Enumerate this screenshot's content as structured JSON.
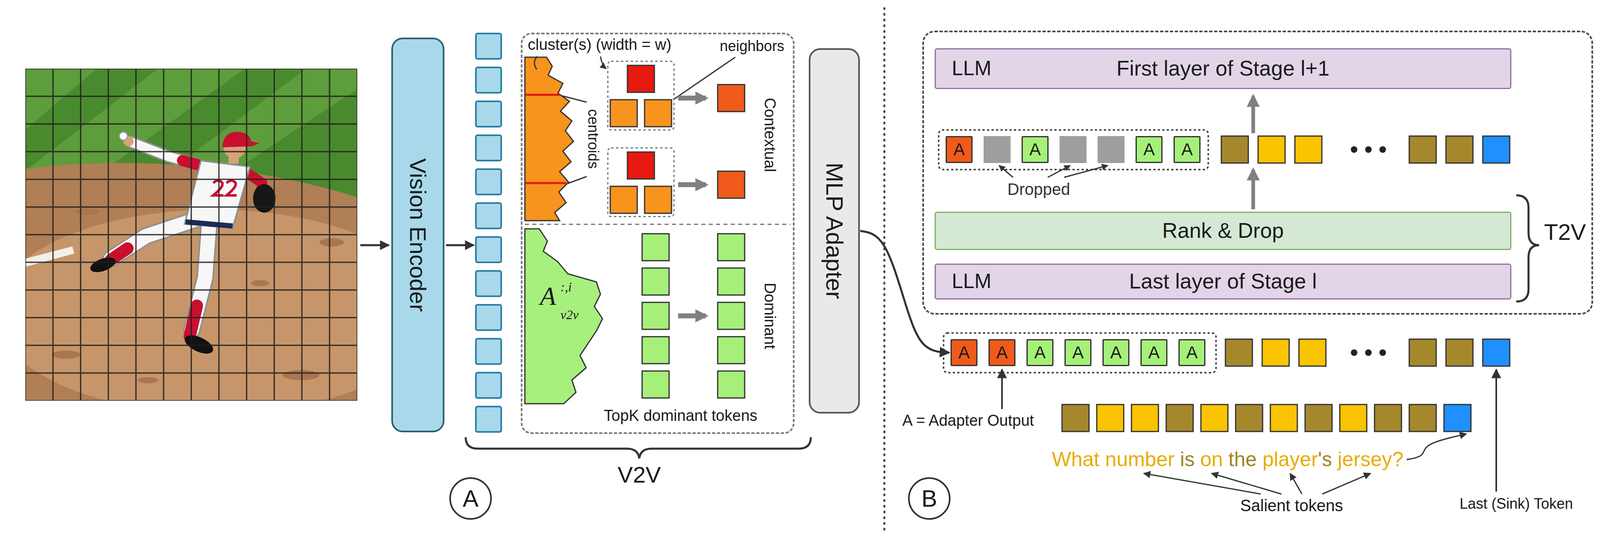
{
  "diagram": {
    "nodes": [
      {
        "text": [
          "Vision Encoder"
        ]
      },
      {
        "text": [
          "cluster(s) (width = w)",
          "neighbors",
          "centroids",
          "Contextual",
          "A",
          ":,i",
          "v2v",
          "Dominant",
          "TopK dominant tokens"
        ]
      },
      {
        "text": [
          "MLP Adapter"
        ]
      },
      {
        "text": [
          "A"
        ]
      },
      {
        "text": [
          "T2V"
        ]
      },
      {
        "text": [
          "LLM",
          "First layer of Stage l+1"
        ],
        "in": 4
      },
      {
        "text": [
          "A"
        ],
        "in": 4
      },
      {
        "text": [
          "A"
        ],
        "in": 4
      },
      {
        "text": [
          "A"
        ],
        "in": 4
      },
      {
        "text": [
          "A"
        ],
        "in": 4
      },
      {
        "text": [
          "Rank & Drop"
        ],
        "in": 4
      },
      {
        "text": [
          "LLM",
          "Last layer of Stage l"
        ],
        "in": 4
      },
      {
        "text": [
          "B"
        ]
      },
      {
        "text": [
          "A"
        ]
      },
      {
        "text": [
          "A"
        ]
      },
      {
        "text": [
          "A"
        ]
      },
      {
        "text": [
          "A"
        ]
      },
      {
        "text": [
          "A"
        ]
      },
      {
        "text": [
          "A"
        ]
      },
      {
        "text": [
          "A"
        ]
      }
    ],
    "edges": [
      {
        "from": 2,
        "to": 13,
        "arrow": "to"
      }
    ],
    "labels": [
      "V2V",
      "Dropped",
      "A = Adapter Output",
      "What number",
      "is",
      "on",
      "the",
      "player",
      "'s",
      "jersey?",
      "Salient tokens",
      "Last (Sink) Token"
    ]
  }
}
